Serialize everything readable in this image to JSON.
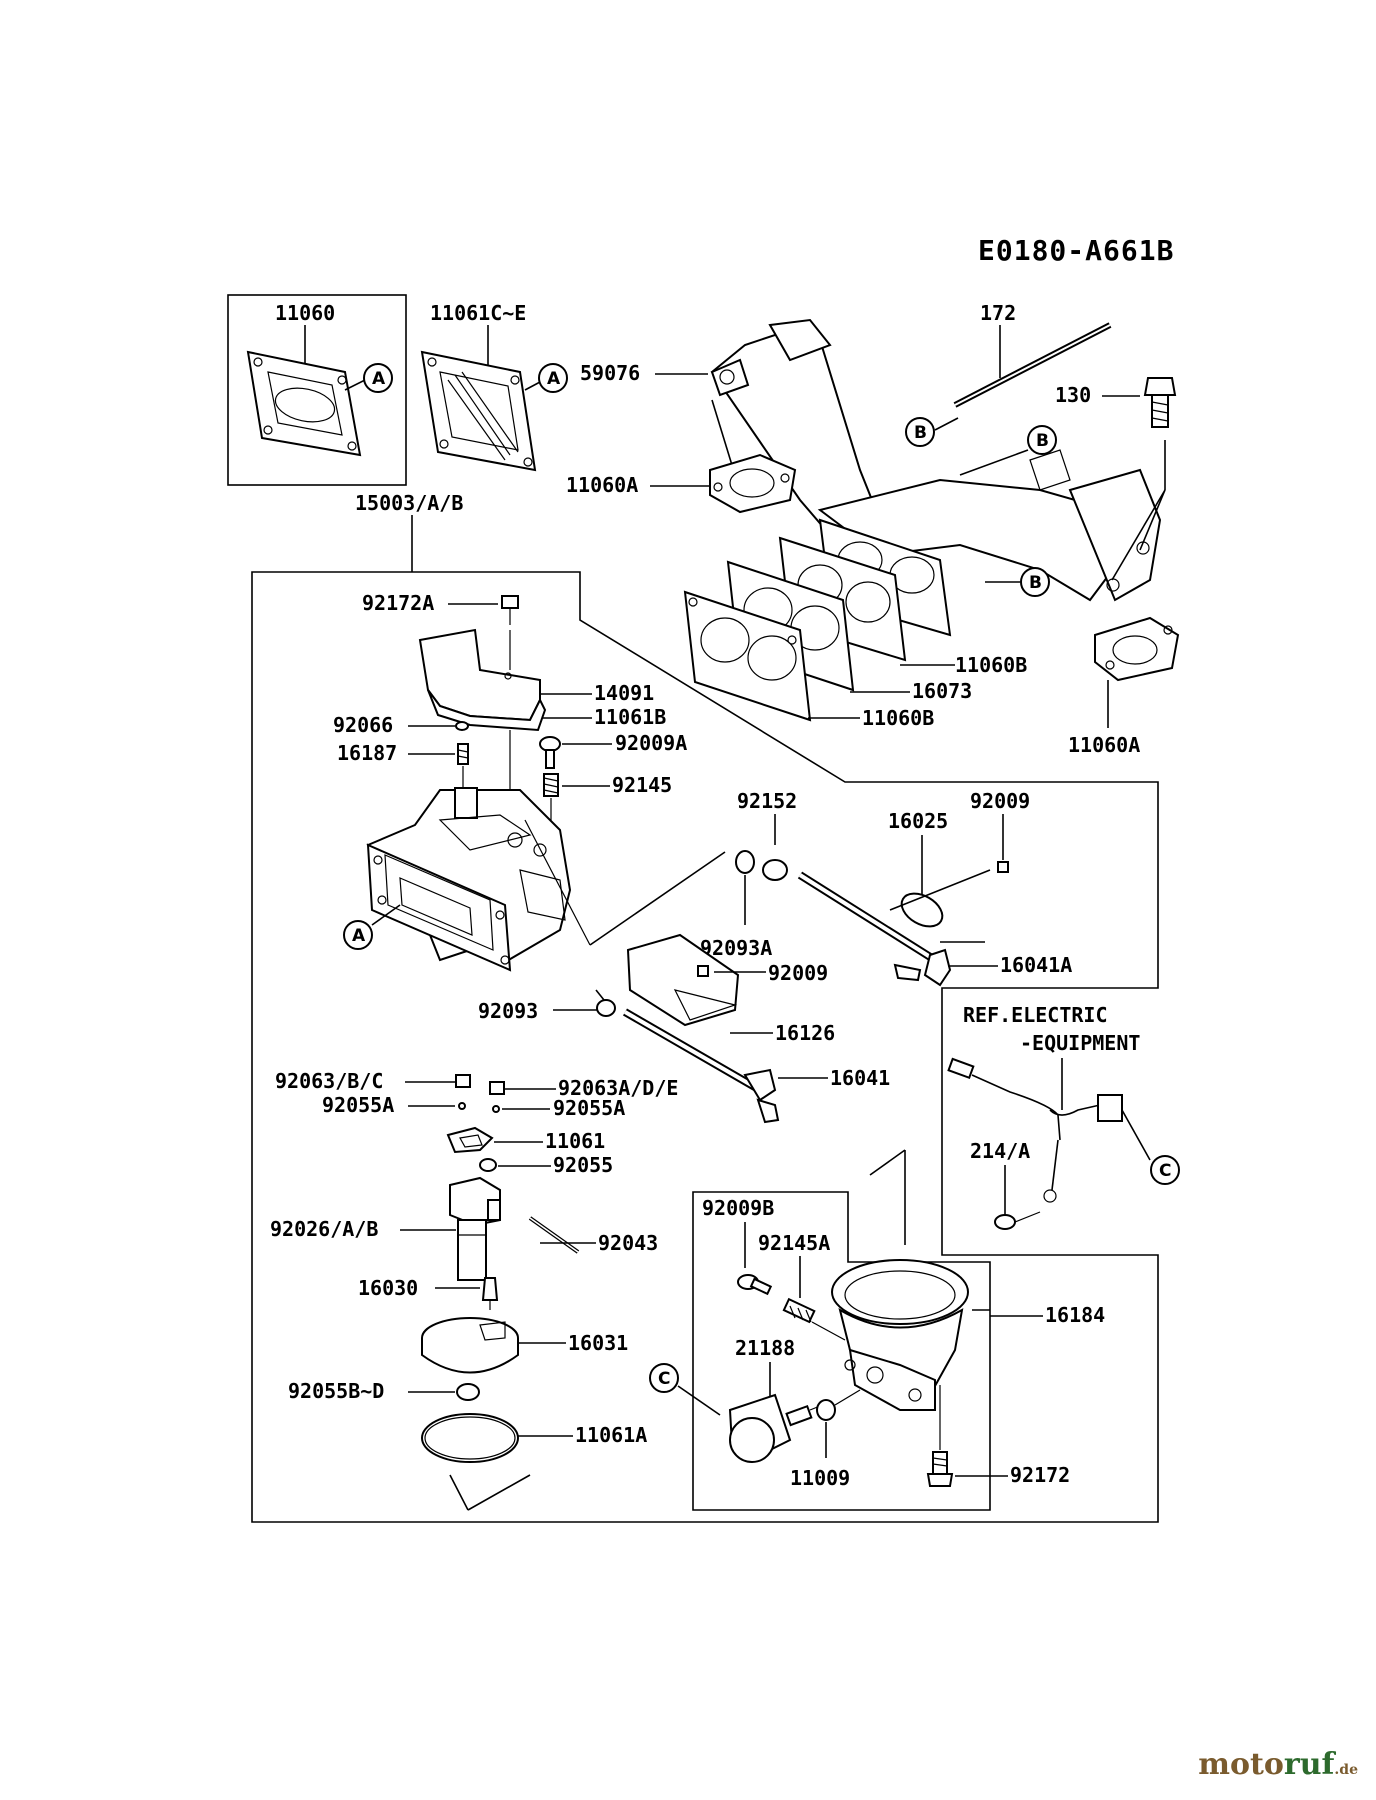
{
  "diagram_code": "E0180-A661B",
  "labels": {
    "p11060": "11060",
    "p11061ce": "11061C~E",
    "p15003": "15003/A/B",
    "p59076": "59076",
    "p11060a_1": "11060A",
    "p172": "172",
    "p130": "130",
    "p11060b_1": "11060B",
    "p16073": "16073",
    "p11060b_2": "11060B",
    "p11060a_2": "11060A",
    "p92172a": "92172A",
    "p14091": "14091",
    "p11061b": "11061B",
    "p92066": "92066",
    "p16187": "16187",
    "p92009a": "92009A",
    "p92145": "92145",
    "p92152": "92152",
    "p16025": "16025",
    "p92009_1": "92009",
    "p92093a": "92093A",
    "p16041a": "16041A",
    "p92009_2": "92009",
    "p92093": "92093",
    "p16126": "16126",
    "p16041": "16041",
    "ref1": "REF.ELECTRIC",
    "ref2": "-EQUIPMENT",
    "p92063bc": "92063/B/C",
    "p92063ade": "92063A/D/E",
    "p92055a_1": "92055A",
    "p92055a_2": "92055A",
    "p11061": "11061",
    "p92055": "92055",
    "p21_4a": "214/A",
    "p92026ab": "92026/A/B",
    "p92043": "92043",
    "p92009b": "92009B",
    "p92145a": "92145A",
    "p16184": "16184",
    "p16030": "16030",
    "p21188": "21188",
    "p16031": "16031",
    "p92055bd": "92055B~D",
    "p11061a": "11061A",
    "p11009": "11009",
    "p92172": "92172"
  },
  "callouts": {
    "a1": "A",
    "a2": "A",
    "a3": "A",
    "b1": "B",
    "b2": "B",
    "b3": "B",
    "c1": "C",
    "c2": "C"
  },
  "watermark": {
    "part1": "moto",
    "part2": "ruf",
    "part3": ".de"
  }
}
